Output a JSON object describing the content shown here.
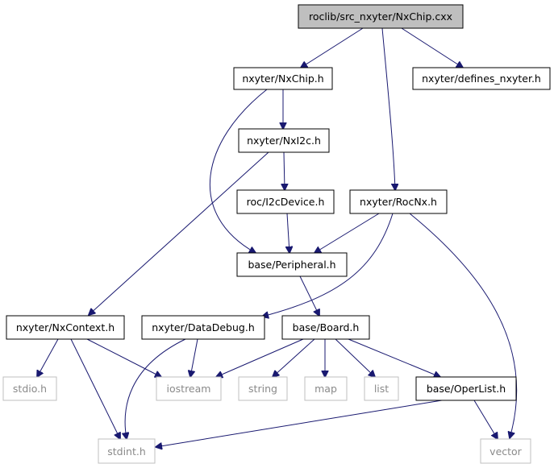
{
  "graph": {
    "colors": {
      "root_fill": "#bfbfbf",
      "node_fill": "#ffffff",
      "node_border": "#000000",
      "external_border": "#bfbfbf",
      "external_text": "#8a8a8a",
      "edge": "#191970"
    },
    "nodes": [
      {
        "id": "nxchip_cxx",
        "label": "roclib/src_nxyter/NxChip.cxx",
        "kind": "root"
      },
      {
        "id": "nxchip_h",
        "label": "nxyter/NxChip.h",
        "kind": "header"
      },
      {
        "id": "defines_nxyter",
        "label": "nxyter/defines_nxyter.h",
        "kind": "header"
      },
      {
        "id": "nxi2c",
        "label": "nxyter/NxI2c.h",
        "kind": "header"
      },
      {
        "id": "i2cdevice",
        "label": "roc/I2cDevice.h",
        "kind": "header"
      },
      {
        "id": "rocnx",
        "label": "nxyter/RocNx.h",
        "kind": "header"
      },
      {
        "id": "peripheral",
        "label": "base/Peripheral.h",
        "kind": "header"
      },
      {
        "id": "nxcontext",
        "label": "nxyter/NxContext.h",
        "kind": "header"
      },
      {
        "id": "datadebug",
        "label": "nxyter/DataDebug.h",
        "kind": "header"
      },
      {
        "id": "board",
        "label": "base/Board.h",
        "kind": "header"
      },
      {
        "id": "stdio",
        "label": "stdio.h",
        "kind": "external"
      },
      {
        "id": "iostream",
        "label": "iostream",
        "kind": "external"
      },
      {
        "id": "string",
        "label": "string",
        "kind": "external"
      },
      {
        "id": "map",
        "label": "map",
        "kind": "external"
      },
      {
        "id": "list",
        "label": "list",
        "kind": "external"
      },
      {
        "id": "operlist",
        "label": "base/OperList.h",
        "kind": "header"
      },
      {
        "id": "stdint",
        "label": "stdint.h",
        "kind": "external"
      },
      {
        "id": "vector",
        "label": "vector",
        "kind": "external"
      }
    ],
    "edges": [
      {
        "from": "nxchip_cxx",
        "to": "nxchip_h"
      },
      {
        "from": "nxchip_cxx",
        "to": "defines_nxyter"
      },
      {
        "from": "nxchip_cxx",
        "to": "rocnx"
      },
      {
        "from": "nxchip_h",
        "to": "nxi2c"
      },
      {
        "from": "nxchip_h",
        "to": "peripheral"
      },
      {
        "from": "nxi2c",
        "to": "i2cdevice"
      },
      {
        "from": "nxi2c",
        "to": "nxcontext"
      },
      {
        "from": "i2cdevice",
        "to": "peripheral"
      },
      {
        "from": "rocnx",
        "to": "peripheral"
      },
      {
        "from": "rocnx",
        "to": "datadebug"
      },
      {
        "from": "rocnx",
        "to": "vector"
      },
      {
        "from": "peripheral",
        "to": "board"
      },
      {
        "from": "nxcontext",
        "to": "stdio"
      },
      {
        "from": "nxcontext",
        "to": "iostream"
      },
      {
        "from": "nxcontext",
        "to": "stdint"
      },
      {
        "from": "datadebug",
        "to": "iostream"
      },
      {
        "from": "datadebug",
        "to": "stdint"
      },
      {
        "from": "board",
        "to": "iostream"
      },
      {
        "from": "board",
        "to": "string"
      },
      {
        "from": "board",
        "to": "map"
      },
      {
        "from": "board",
        "to": "list"
      },
      {
        "from": "board",
        "to": "operlist"
      },
      {
        "from": "operlist",
        "to": "stdint"
      },
      {
        "from": "operlist",
        "to": "vector"
      }
    ]
  }
}
